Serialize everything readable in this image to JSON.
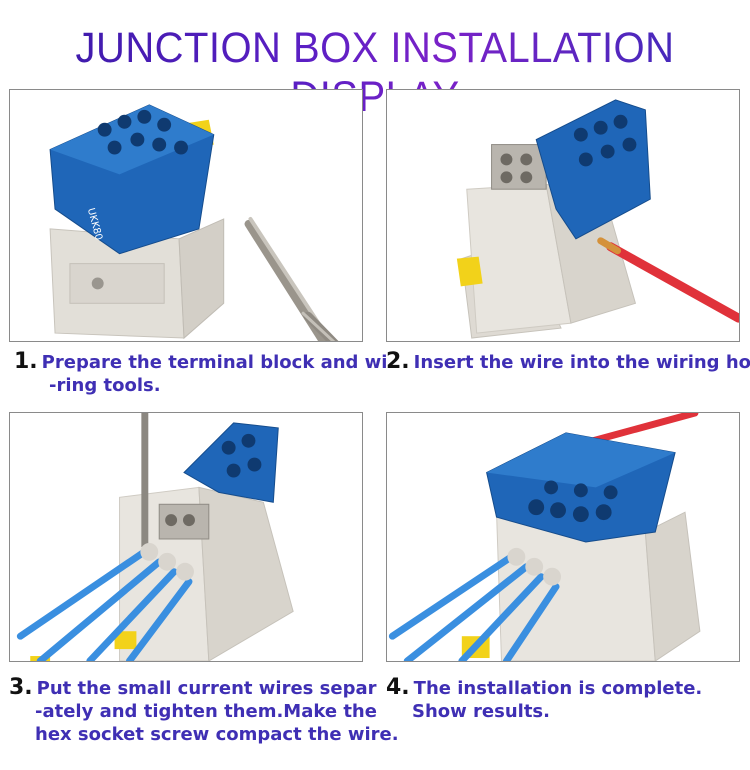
{
  "title": "JUNCTION BOX INSTALLATION DISPLAY",
  "steps": [
    {
      "number": "1.",
      "lines": [
        "Prepare the terminal block and wi",
        "-ring tools."
      ]
    },
    {
      "number": "2.",
      "lines": [
        "Insert the wire into the wiring hole."
      ]
    },
    {
      "number": "3.",
      "lines": [
        "Put the small current wires separ",
        "-ately and tighten them.Make the",
        "hex socket screw compact the wire."
      ]
    },
    {
      "number": "4.",
      "lines": [
        "The installation is complete.",
        "Show results."
      ]
    }
  ],
  "colors": {
    "title": "#4a1fbf",
    "caption": "#3f2fb4",
    "cover_blue": "#1f66b8",
    "housing": "#e6e3dd",
    "wire_blue": "#3a8fe0",
    "wire_red": "#e0323a",
    "clip_yellow": "#f2d21a"
  },
  "device_label": "UKK80"
}
